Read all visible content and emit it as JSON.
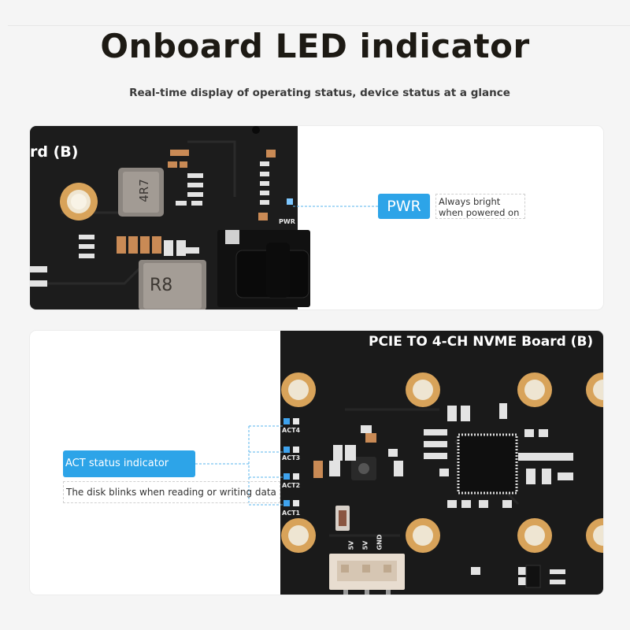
{
  "page": {
    "title": "Onboard LED indicator",
    "subtitle": "Real-time display of operating status, device status at a glance"
  },
  "board_top": {
    "label": "rd (B)",
    "inductor_1": "4R7",
    "inductor_2": "R8",
    "silk_pwr": "PWR",
    "callout": {
      "badge": "PWR",
      "description": "Always bright when powered on"
    }
  },
  "board_bottom": {
    "label": "PCIE TO 4-CH NVME Board (B)",
    "leds": [
      "ACT4",
      "ACT3",
      "ACT2",
      "ACT1"
    ],
    "power_pins": [
      "5V",
      "5V",
      "GND"
    ],
    "callout": {
      "badge": "ACT status indicator",
      "description": "The disk blinks when reading or writing data"
    }
  },
  "colors": {
    "accent": "#2da4e8",
    "pcb": "#1b1b1b",
    "gold": "#d8a35a"
  }
}
